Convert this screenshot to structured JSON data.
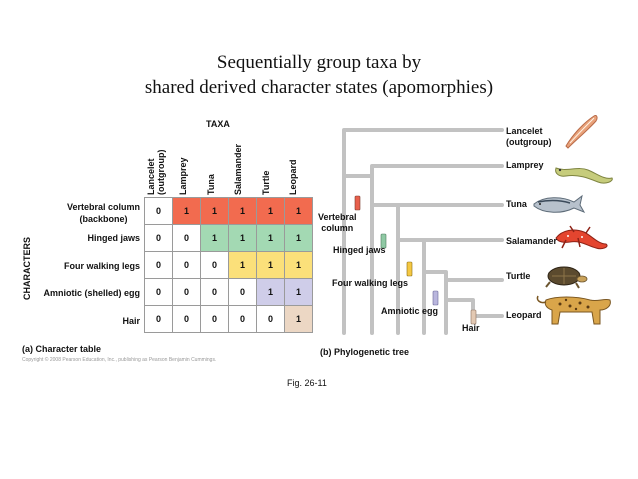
{
  "title": {
    "line1": "Sequentially group taxa by",
    "line2": "shared derived character states (apomorphies)"
  },
  "table": {
    "taxa_header": "TAXA",
    "characters_header": "CHARACTERS",
    "taxa": [
      "Lancelet (outgroup)",
      "Lamprey",
      "Tuna",
      "Salamander",
      "Turtle",
      "Leopard"
    ],
    "lancelet_line1": "Lancelet",
    "lancelet_line2": "(outgroup)",
    "rows": [
      {
        "label1": "Vertebral column",
        "label2": "(backbone)",
        "values": [
          "0",
          "1",
          "1",
          "1",
          "1",
          "1"
        ],
        "color": "#f26b4f"
      },
      {
        "label1": "Hinged jaws",
        "label2": "",
        "values": [
          "0",
          "0",
          "1",
          "1",
          "1",
          "1"
        ],
        "color": "#a3d9b3"
      },
      {
        "label1": "Four walking legs",
        "label2": "",
        "values": [
          "0",
          "0",
          "0",
          "1",
          "1",
          "1"
        ],
        "color": "#fbe07a"
      },
      {
        "label1": "Amniotic (shelled) egg",
        "label2": "",
        "values": [
          "0",
          "0",
          "0",
          "0",
          "1",
          "1"
        ],
        "color": "#cfcde9"
      },
      {
        "label1": "Hair",
        "label2": "",
        "values": [
          "0",
          "0",
          "0",
          "0",
          "0",
          "1"
        ],
        "color": "#ecd7c4"
      }
    ],
    "caption": "(a) Character table"
  },
  "tree": {
    "caption": "(b) Phylogenetic tree",
    "taxa": {
      "lancelet1": "Lancelet",
      "lancelet2": "(outgroup)",
      "lamprey": "Lamprey",
      "tuna": "Tuna",
      "salamander": "Salamander",
      "turtle": "Turtle",
      "leopard": "Leopard"
    },
    "characters": {
      "vertebral1": "Vertebral",
      "vertebral2": "column",
      "jaws": "Hinged jaws",
      "legs": "Four walking legs",
      "egg": "Amniotic egg",
      "hair": "Hair"
    },
    "colors": {
      "branch": "#c2c2c2",
      "vertebral": "#e8604c",
      "jaws": "#8fc9a4",
      "legs": "#f5c842",
      "egg": "#b9b6dd",
      "hair": "#e3c9b3"
    }
  },
  "copyright": "Copyright © 2008 Pearson Education, Inc., publishing as Pearson Benjamin Cummings.",
  "figure_label": "Fig. 26-11"
}
